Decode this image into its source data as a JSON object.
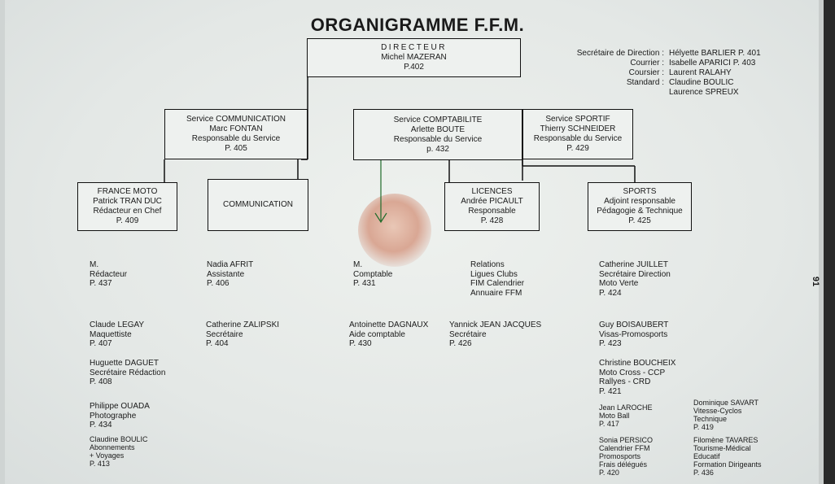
{
  "title": "ORGANIGRAMME F.F.M.",
  "director": {
    "heading": "DIRECTEUR",
    "name": "Michel MAZERAN",
    "phone": "P.402"
  },
  "secretariat": {
    "roles": [
      "Secrétaire de Direction :",
      "Courrier :",
      "Coursier :",
      "Standard :",
      ""
    ],
    "names": [
      "Hélyette BARLIER P. 401",
      "Isabelle APARICI P. 403",
      "Laurent RALAHY",
      "Claudine BOULIC",
      "Laurence SPREUX"
    ]
  },
  "services": {
    "communication": [
      "Service COMMUNICATION",
      "Marc FONTAN",
      "Responsable du Service",
      "P. 405"
    ],
    "comptabilite": [
      "Service COMPTABILITE",
      "Arlette BOUTE",
      "Responsable du Service",
      "p. 432"
    ],
    "sportif": [
      "Service SPORTIF",
      "Thierry SCHNEIDER",
      "Responsable du Service",
      "P. 429"
    ]
  },
  "units": {
    "france_moto": [
      "FRANCE MOTO",
      "Patrick TRAN DUC",
      "Rédacteur en Chef",
      "P. 409"
    ],
    "communication": [
      "COMMUNICATION"
    ],
    "licences": [
      "LICENCES",
      "Andrée PICAULT",
      "Responsable",
      "P. 428"
    ],
    "sports": [
      "SPORTS",
      "Adjoint responsable",
      "Pédagogie & Technique",
      "P. 425"
    ]
  },
  "staff": {
    "col1": [
      [
        "M.",
        "Rédacteur",
        "P. 437"
      ],
      [
        "Claude LEGAY",
        "Maquettiste",
        "P. 407"
      ],
      [
        "Huguette DAGUET",
        "Secrétaire Rédaction",
        "P. 408"
      ],
      [
        "Philippe OUADA",
        "Photographe",
        "P. 434"
      ],
      [
        "Claudine BOULIC",
        "Abonnements",
        "+ Voyages",
        "P. 413"
      ]
    ],
    "col2": [
      [
        "Nadia AFRIT",
        "Assistante",
        "P. 406"
      ],
      [
        "Catherine ZALIPSKI",
        "Secrétaire",
        "P. 404"
      ]
    ],
    "col3": [
      [
        "M.",
        "Comptable",
        "P. 431"
      ],
      [
        "Antoinette DAGNAUX",
        "Aide comptable",
        "P. 430"
      ]
    ],
    "col4": [
      [
        "Relations",
        "Ligues Clubs",
        "FIM Calendrier",
        "Annuaire FFM"
      ],
      [
        "Yannick JEAN JACQUES",
        "Secrétaire",
        "P. 426"
      ]
    ],
    "col5": [
      [
        "Catherine JUILLET",
        "Secrétaire Direction",
        "Moto Verte",
        "P. 424"
      ],
      [
        "Guy BOISAUBERT",
        "Visas-Promosports",
        "P. 423"
      ],
      [
        "Christine BOUCHEIX",
        "Moto Cross - CCP",
        "Rallyes - CRD",
        "P. 421"
      ],
      [
        "Jean LAROCHE",
        "Moto Ball",
        "P. 417"
      ],
      [
        "Sonia PERSICO",
        "Calendrier FFM",
        "Promosports",
        "Frais délégués",
        "P. 420"
      ]
    ],
    "col6": [
      [
        "Dominique SAVART",
        "Vitesse-Cyclos",
        "Technique",
        "P. 419"
      ],
      [
        "Filomène TAVARES",
        "Tourisme-Médical",
        "Educatif",
        "Formation Dirigeants",
        "P. 436"
      ]
    ]
  },
  "page_number": "91"
}
